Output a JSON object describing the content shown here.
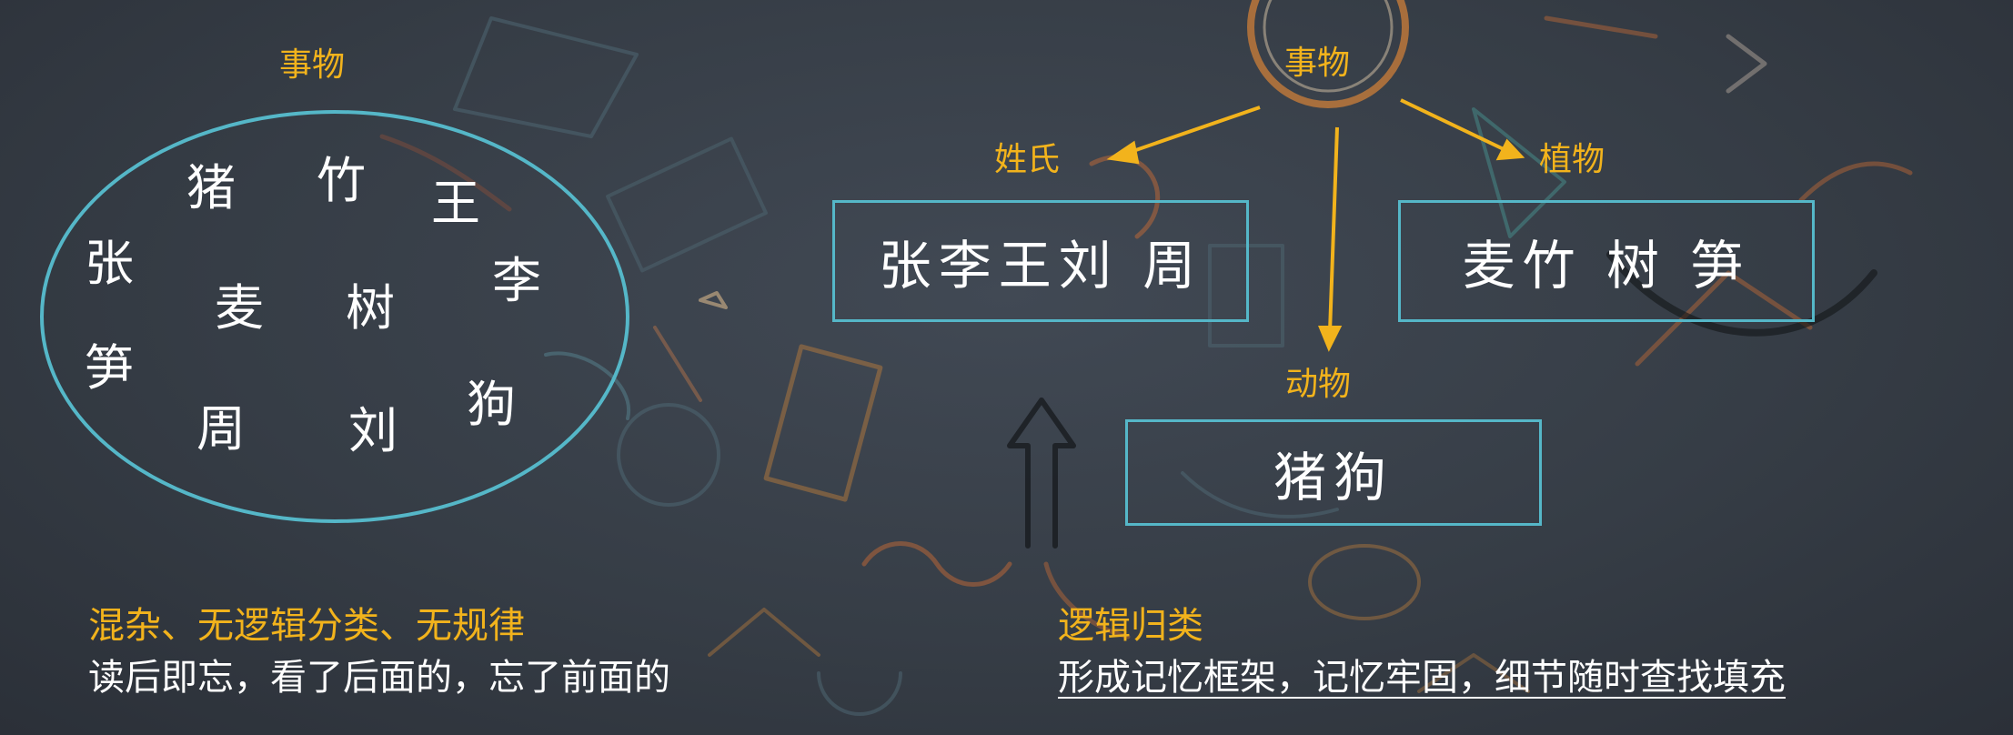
{
  "left_group": {
    "title": "事物",
    "items": [
      "猪",
      "竹",
      "王",
      "张",
      "麦",
      "树",
      "李",
      "笋",
      "周",
      "刘",
      "狗"
    ]
  },
  "right_diagram": {
    "root": "事物",
    "categories": [
      {
        "label": "姓氏",
        "members": "张李王刘 周"
      },
      {
        "label": "植物",
        "members": "麦竹 树 笋"
      },
      {
        "label": "动物",
        "members": "猪狗"
      }
    ]
  },
  "notes": {
    "left_heading": "混杂、无逻辑分类、无规律",
    "left_text": "读后即忘，看了后面的，忘了前面的",
    "right_heading": "逻辑归类",
    "right_text": "形成记忆框架，记忆牢固，细节随时查找填充"
  },
  "colors": {
    "accent": "#f2b31c",
    "box_border": "#55b7c8",
    "ellipse": "#55b7c8"
  }
}
